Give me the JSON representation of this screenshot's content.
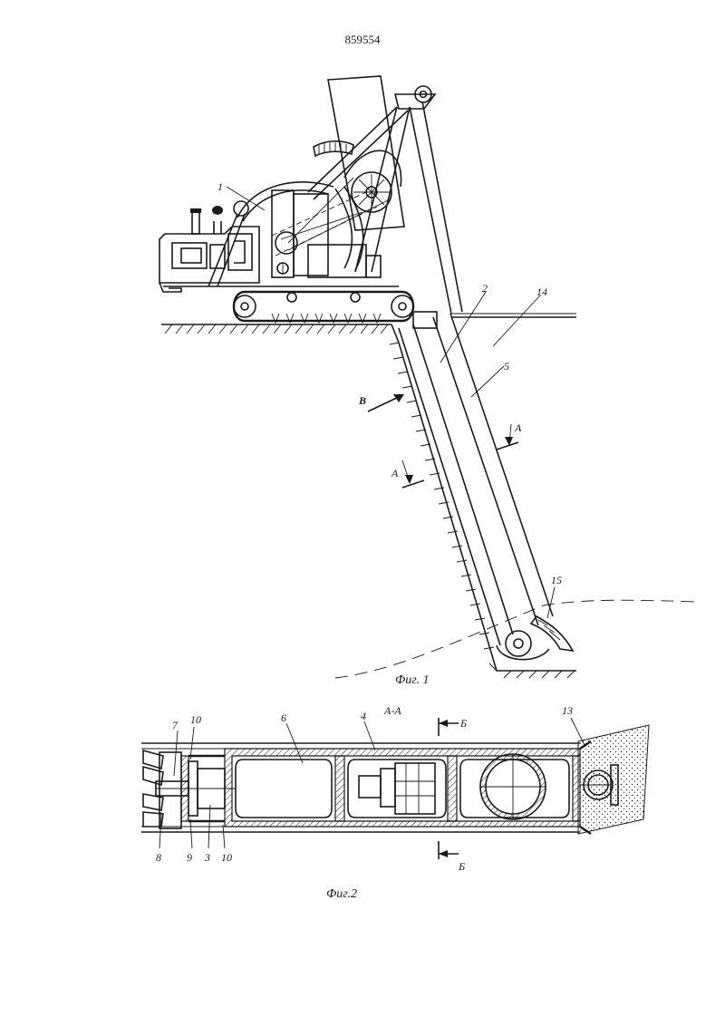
{
  "document": {
    "patent_number": "859554"
  },
  "figure1": {
    "caption": "Фиг. 1",
    "labels": {
      "machine": "1",
      "boom": "2",
      "bar": "5",
      "trench": "14",
      "cutter": "15",
      "view": "В",
      "section_left": "А",
      "section_right": "А"
    }
  },
  "figure2": {
    "caption": "Фиг.2",
    "section_title": "А-А",
    "section_top": "Б",
    "section_bottom": "Б",
    "labels": {
      "l7": "7",
      "l10a": "10",
      "l6": "6",
      "l4": "4",
      "l13": "13",
      "l8": "8",
      "l9": "9",
      "l3": "3",
      "l10b": "10"
    }
  }
}
